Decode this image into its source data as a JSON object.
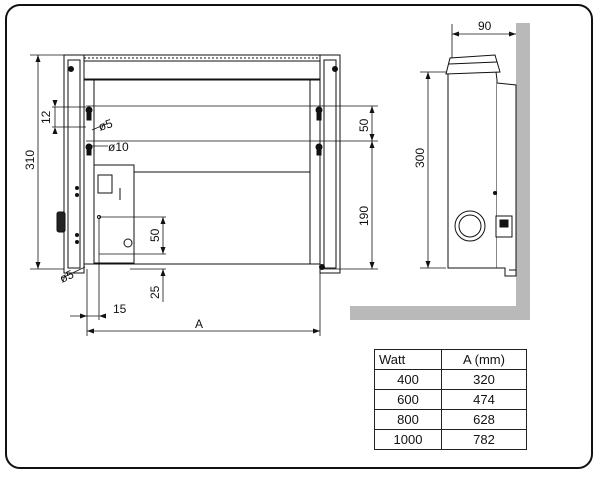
{
  "dimensions": {
    "side_depth": "90",
    "side_height": "300",
    "overall_height": "310",
    "top_offset": "12",
    "hole_small": "ø5",
    "hole_large": "ø10",
    "hole_bottom": "ø5",
    "bracket_spacing": "50",
    "hole_vertical": "190",
    "inner_bracket": "50",
    "bottom_offset": "25",
    "left_offset": "15",
    "width_label": "A"
  },
  "table": {
    "headers": [
      "Watt",
      "A (mm)"
    ],
    "rows": [
      [
        "400",
        "320"
      ],
      [
        "600",
        "474"
      ],
      [
        "800",
        "628"
      ],
      [
        "1000",
        "782"
      ]
    ]
  }
}
